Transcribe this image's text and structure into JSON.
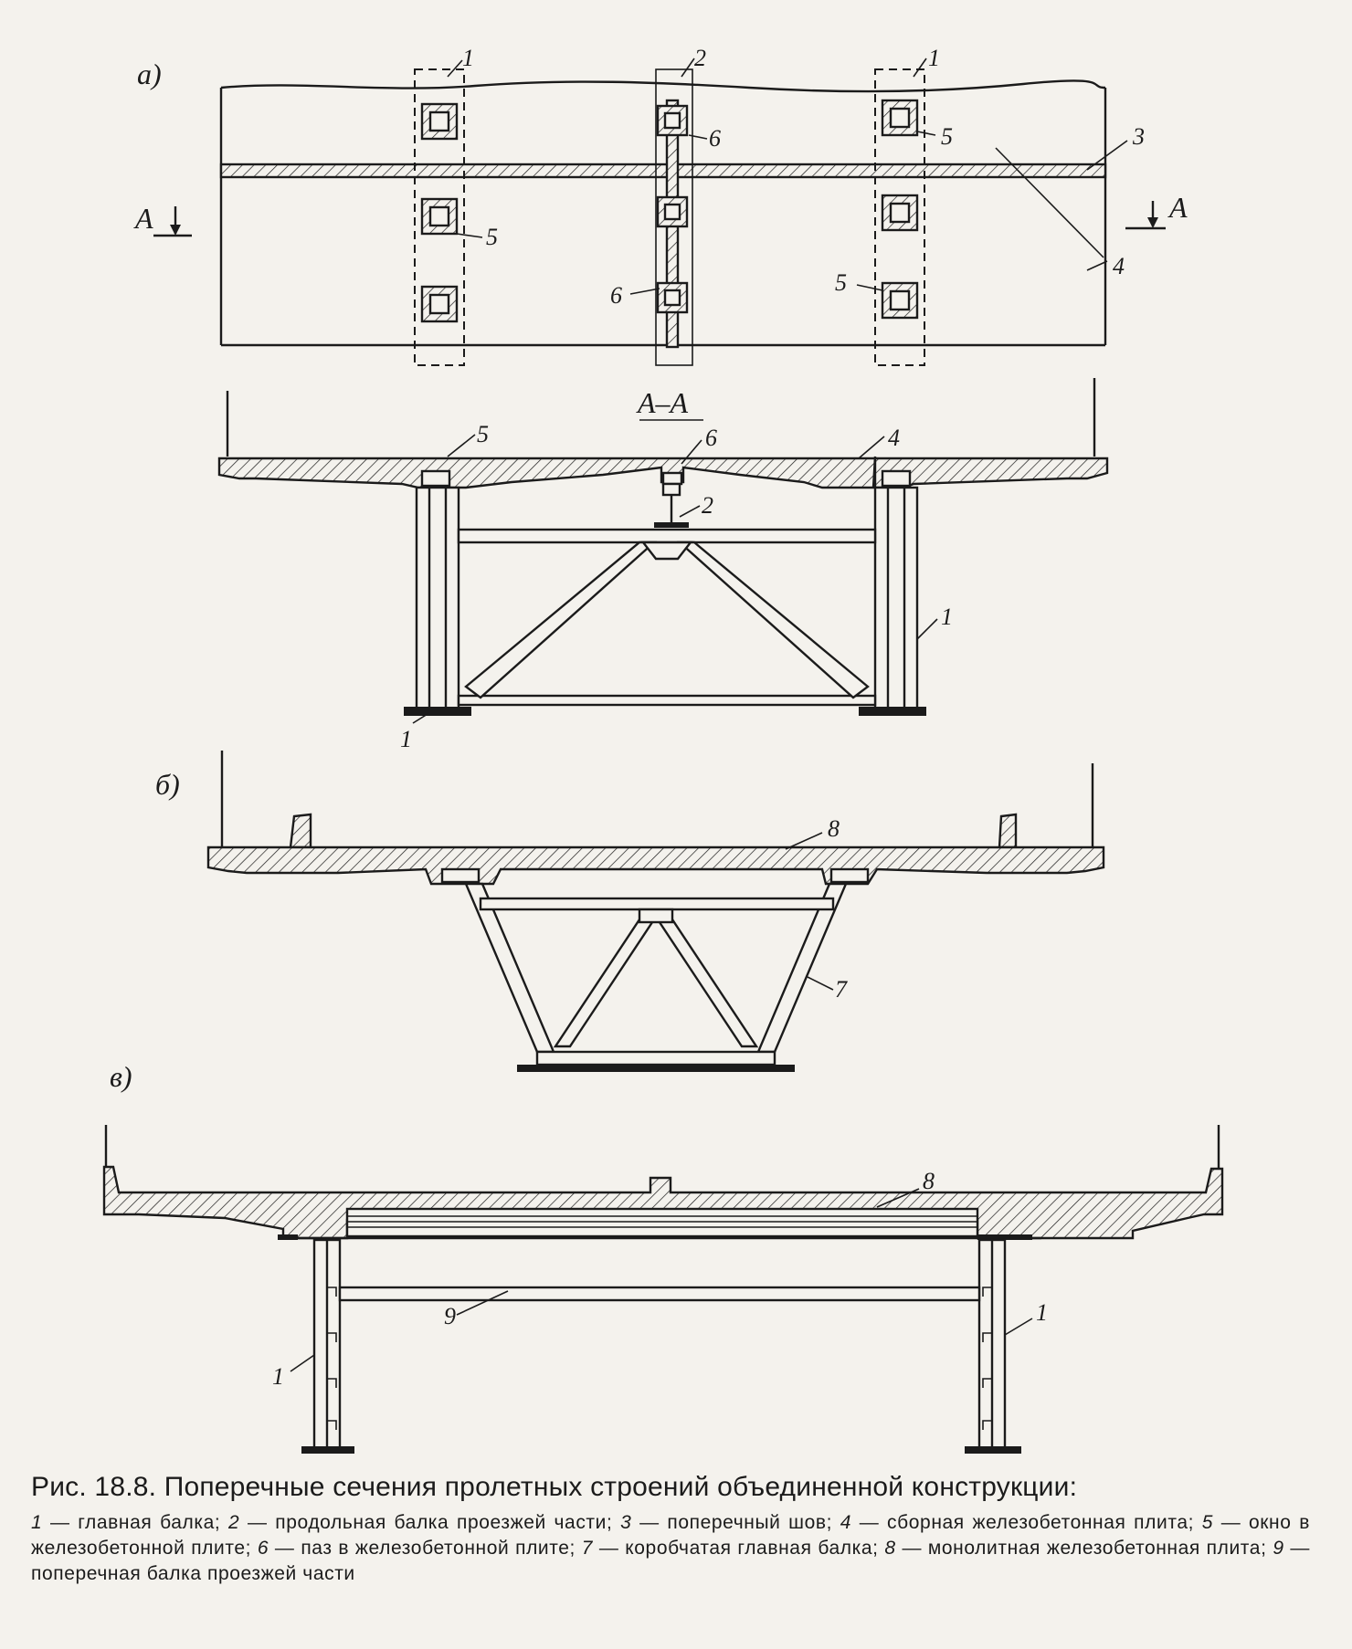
{
  "subfigures": {
    "a": "а)",
    "b": "б)",
    "c": "в)"
  },
  "section": {
    "marker": "А",
    "title": "А–А"
  },
  "callouts": {
    "n1": "1",
    "n2": "2",
    "n3": "3",
    "n4": "4",
    "n5": "5",
    "n6": "6",
    "n7": "7",
    "n8": "8",
    "n9": "9"
  },
  "caption": {
    "title": "Рис. 18.8. Поперечные сечения пролетных строений объединенной конструкции:",
    "legend": [
      {
        "num": "1",
        "text": "главная балка"
      },
      {
        "num": "2",
        "text": "продольная балка проезжей части"
      },
      {
        "num": "3",
        "text": "поперечный шов"
      },
      {
        "num": "4",
        "text": "сборная железобетонная плита"
      },
      {
        "num": "5",
        "text": "окно в железобетонной плите"
      },
      {
        "num": "6",
        "text": "паз в железобетонной плите"
      },
      {
        "num": "7",
        "text": "коробчатая главная балка"
      },
      {
        "num": "8",
        "text": "монолитная железобетонная плита"
      },
      {
        "num": "9",
        "text": "поперечная балка проезжей части"
      }
    ]
  }
}
